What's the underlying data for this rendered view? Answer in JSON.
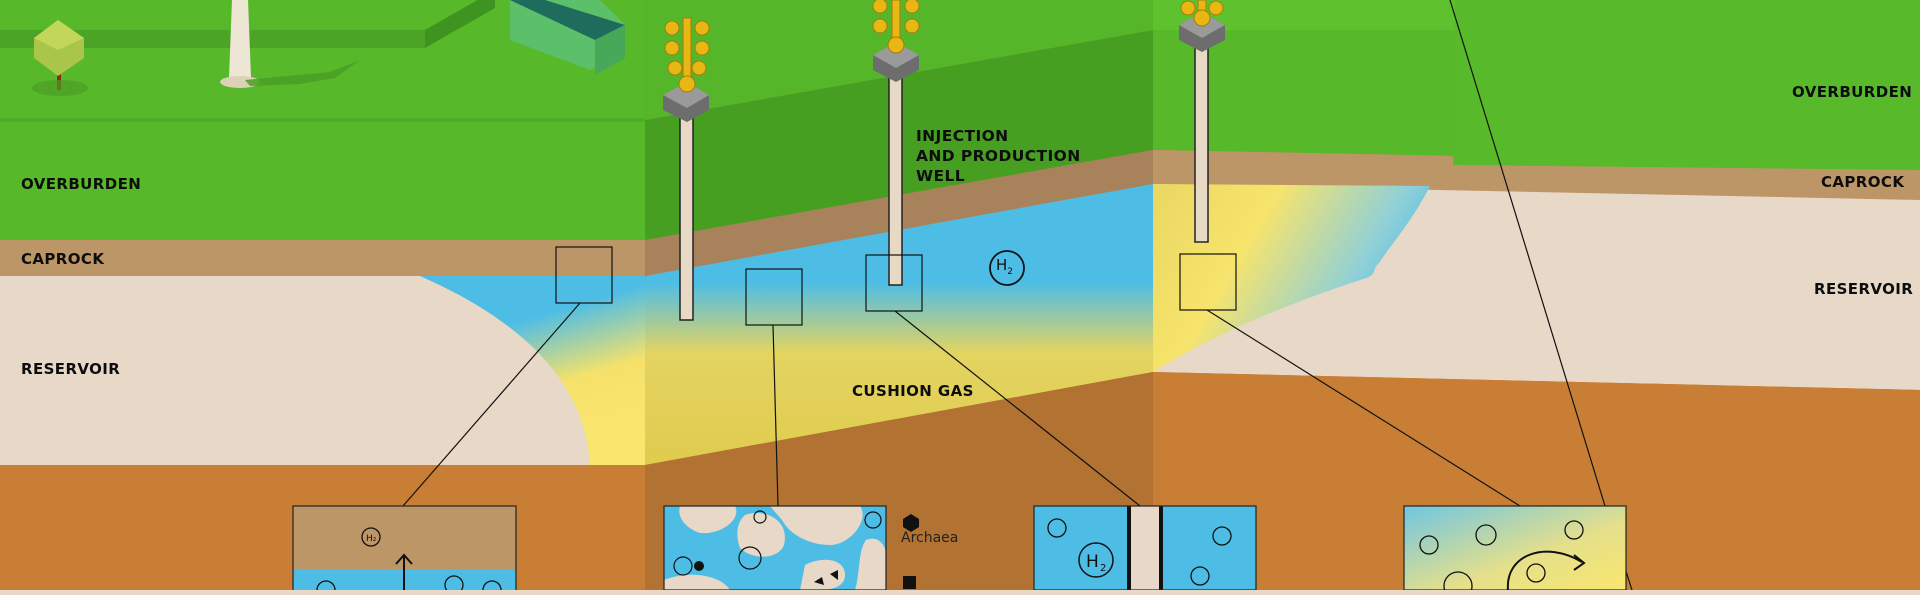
{
  "labels": {
    "overburden_left": "OVERBURDEN",
    "caprock_left": "CAPROCK",
    "reservoir_left": "RESERVOIR",
    "overburden_right": "OVERBURDEN",
    "caprock_right": "CAPROCK",
    "reservoir_right": "RESERVOIR",
    "cushion_gas": "CUSHION GAS",
    "well_line1": "INJECTION",
    "well_line2": "AND PRODUCTION",
    "well_line3": "WELL",
    "h2_center": "H",
    "h2_center_sub": "2"
  },
  "legend": {
    "archaea": "Archaea"
  },
  "colors": {
    "grass": "#57b92a",
    "grass_dark": "#479f22",
    "caprock": "#bd9668",
    "reservoir": "#e8d8c8",
    "basement": "#c97e35",
    "water_blue": "#4ebde6",
    "gas_yellow": "#f8e46a",
    "wellhead_gold": "#e8b713"
  }
}
